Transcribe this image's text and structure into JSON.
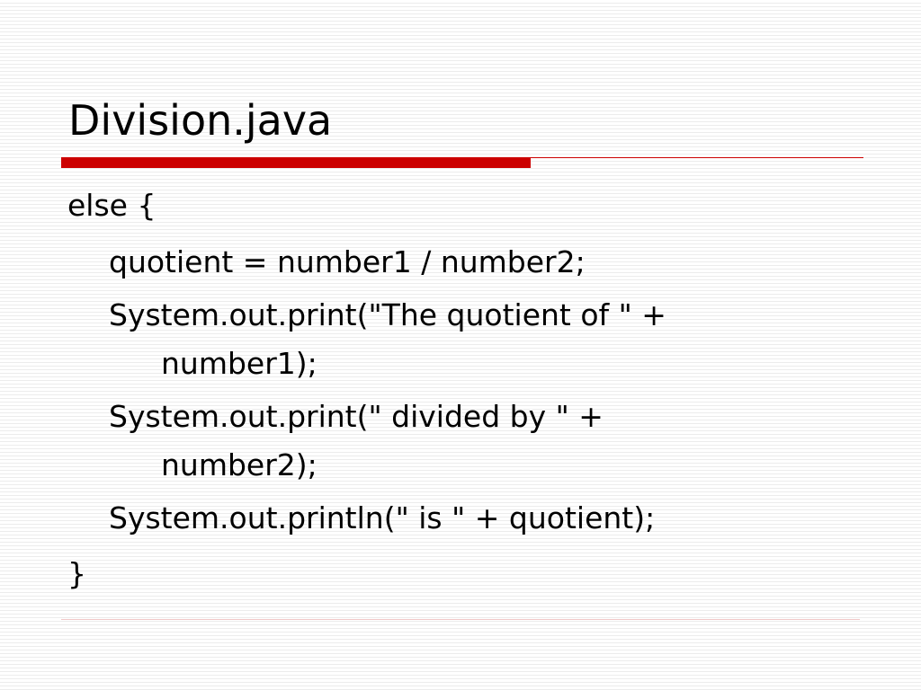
{
  "slide": {
    "title": "Division.java",
    "lines": [
      "else {",
      "quotient = number1 / number2;",
      "System.out.print(\"The quotient of \" +",
      "number1);",
      "System.out.print(\" divided by \" +",
      "number2);",
      "System.out.println(\" is \" + quotient);",
      "}"
    ]
  },
  "colors": {
    "accent": "#cc0000",
    "text": "#000000",
    "background_stripe": "#ececec"
  }
}
